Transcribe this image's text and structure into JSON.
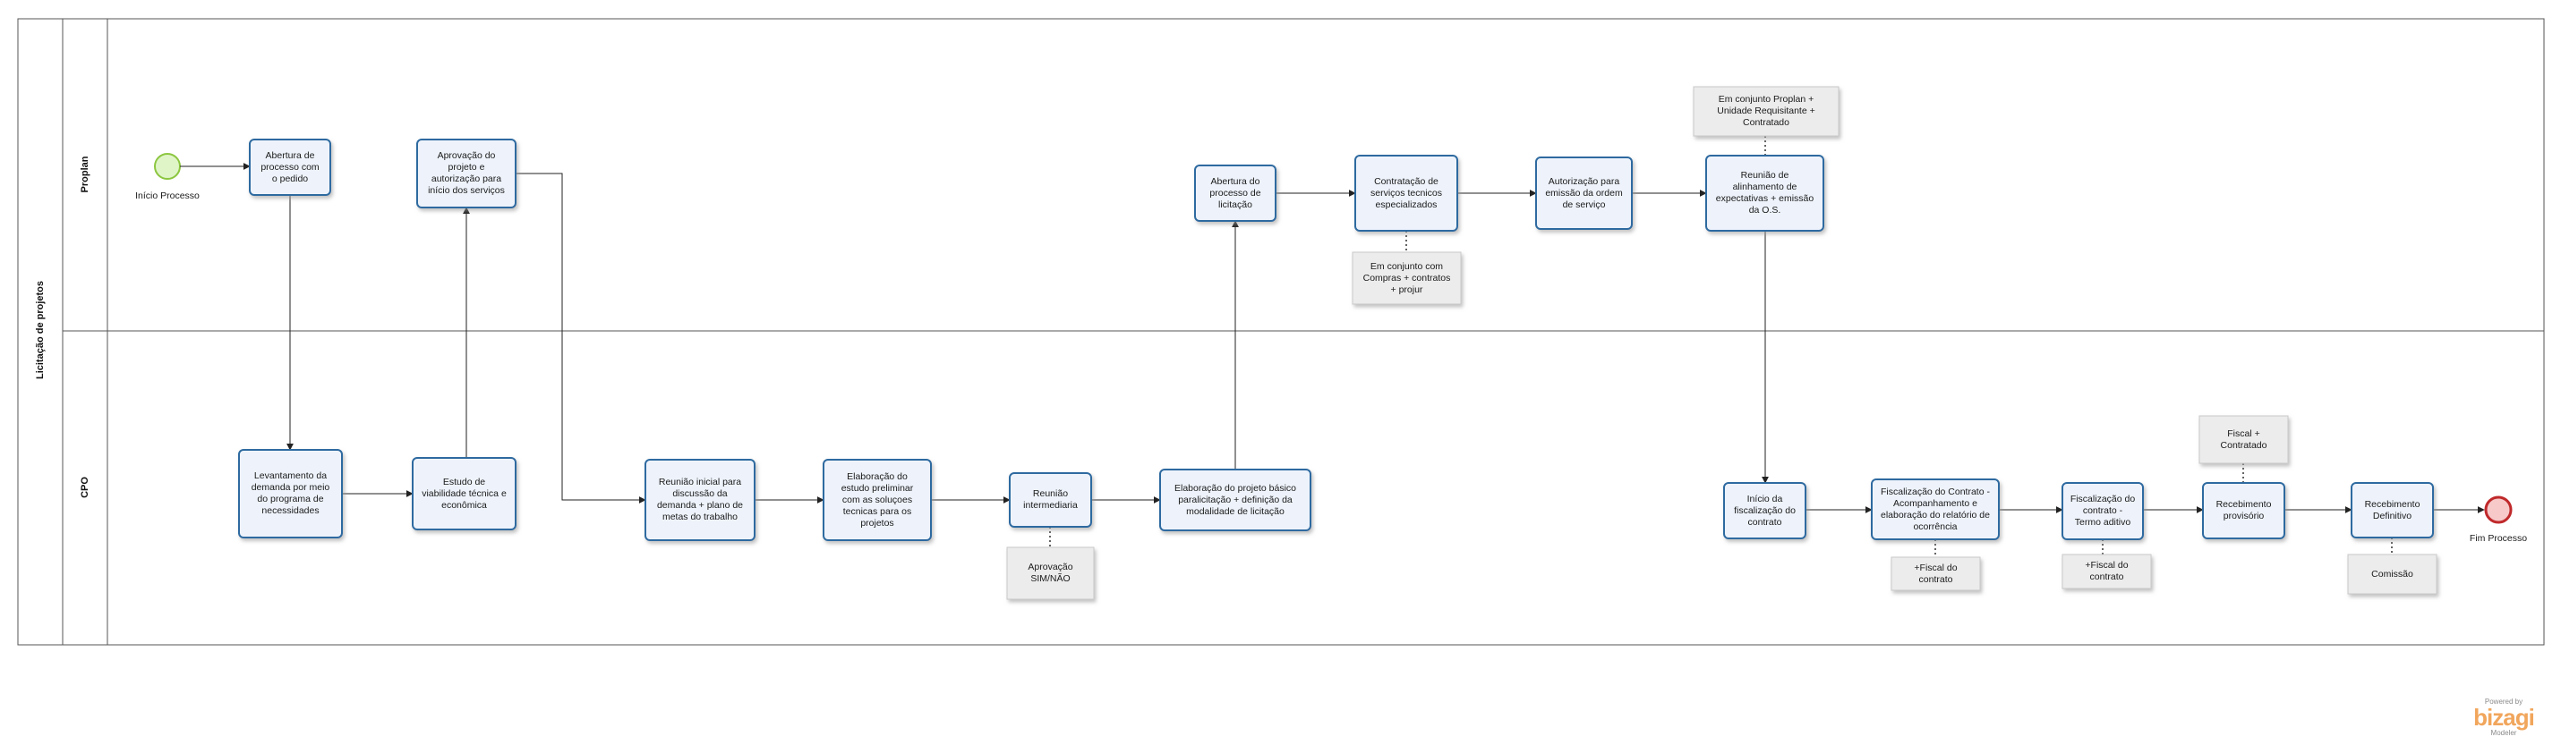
{
  "pool": {
    "title": "Licitação de projetos"
  },
  "lanes": [
    {
      "id": "proplan",
      "name": "Proplan"
    },
    {
      "id": "cpo",
      "name": "CPO"
    }
  ],
  "events": {
    "start": {
      "label": "Início Processo"
    },
    "end": {
      "label": "Fim Processo"
    }
  },
  "tasks": {
    "t_abertura_pedido": "Abertura de\nprocesso com\no pedido",
    "t_aprovacao_projeto": "Aprovação do\nprojeto e\nautorização  para\ninício dos serviços",
    "t_levantamento": "Levantamento da\ndemanda por meio\ndo programa de\nnecessidades",
    "t_estudo_viabilidade": "Estudo de\nviabilidade técnica e\neconômica",
    "t_reuniao_inicial": "Reunião inicial para\ndiscussão da\ndemanda + plano de\nmetas do trabalho",
    "t_estudo_preliminar": "Elaboração do\nestudo preliminar\ncom as soluçoes\ntecnicas para os\nprojetos",
    "t_reuniao_intermediaria": "Reunião\nintermediaria",
    "t_projeto_basico": "Elaboração do projeto básico\nparalicitação + definição da\nmodalidade de licitação",
    "t_abertura_licitacao": "Abertura do\nprocesso de\nlicitação",
    "t_contratacao": "Contratação de\nserviços tecnicos\nespecializados",
    "t_autorizacao_os": "Autorização para\nemissão da ordem\nde serviço",
    "t_reuniao_alinhamento": "Reunião de\nalinhamento de\nexpectativas + emissão\nda O.S.",
    "t_inicio_fiscalizacao": "Início da\nfiscalização do\ncontrato",
    "t_fiscalizacao_acompanhamento": "Fiscalização do Contrato -\nAcompanhamento e\nelaboração do relatório de\nocorrência",
    "t_fiscalizacao_aditivo": "Fiscalização do\ncontrato -\nTermo aditivo",
    "t_recebimento_provisorio": "Recebimento\nprovisório",
    "t_recebimento_definitivo": "Recebimento\nDefinitivo"
  },
  "annotations": {
    "a_compras": "Em conjunto com\nCompras + contratos\n+ projur",
    "a_proplan_unidade": "Em conjunto Proplan +\nUnidade Requisitante +\nContratado",
    "a_aprovacao": "Aprovação\nSIM/NÃO",
    "a_fiscal1": "+Fiscal do\ncontrato",
    "a_fiscal2": "+Fiscal do\ncontrato",
    "a_fiscal_contratado": "Fiscal +\nContratado",
    "a_comissao": "Comissão"
  },
  "branding": {
    "powered": "Powered by",
    "name": "bizagi",
    "product": "Modeler"
  },
  "colors": {
    "task_fill": "#eef3fb",
    "task_stroke": "#2d6aa0",
    "start_fill": "#dff5c8",
    "start_stroke": "#8cc63f",
    "end_fill": "#f7c9c9",
    "end_stroke": "#c0292b",
    "annotation_fill": "#ececec",
    "line": "#222222",
    "brand_accent": "#f1a65c"
  }
}
